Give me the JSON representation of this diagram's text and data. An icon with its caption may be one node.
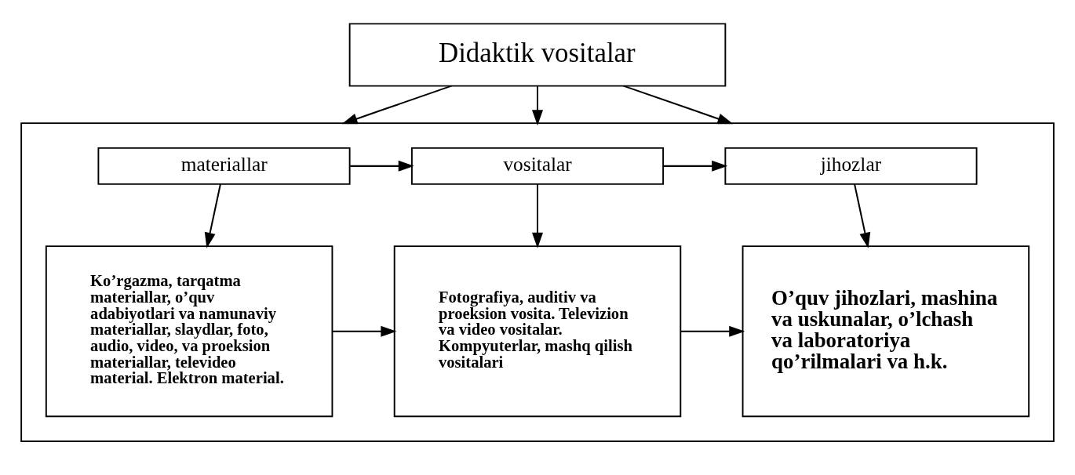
{
  "diagram": {
    "nodes": [
      {
        "text": [
          "Didaktik vositalar"
        ]
      },
      {
        "text": [],
        "shape": "box"
      },
      {
        "text": [
          "materiallar"
        ],
        "in": 1
      },
      {
        "text": [
          "vositalar"
        ],
        "in": 1
      },
      {
        "text": [
          "jihozlar"
        ],
        "in": 1
      },
      {
        "text": [
          "Ko’rgazma, tarqatma materiallar, o’quv adabiyotlari va namunaviy materiallar, slaydlar, foto, audio, video, va proeksion materiallar, televideo material. Elektron material."
        ],
        "in": 1
      },
      {
        "text": [
          "Fotografiya, auditiv va proeksion vosita. Televizion va video vositalar. Kompyuterlar, mashq qilish vositalari"
        ],
        "in": 1
      },
      {
        "text": [
          "O’quv jihozlari, mashina va uskunalar, o’lchash va laboratoriya qo’rilmalari va h.k."
        ],
        "in": 1
      }
    ],
    "edges": [
      {
        "from": 0,
        "to": 1,
        "arrow": "to"
      },
      {
        "from": 0,
        "to": 1,
        "arrow": "to"
      },
      {
        "from": 0,
        "to": 1,
        "arrow": "to"
      },
      {
        "from": 2,
        "to": 3,
        "arrow": "to"
      },
      {
        "from": 3,
        "to": 4,
        "arrow": "to"
      },
      {
        "from": 2,
        "to": 5,
        "arrow": "to"
      },
      {
        "from": 3,
        "to": 6,
        "arrow": "to"
      },
      {
        "from": 4,
        "to": 7,
        "arrow": "to"
      },
      {
        "from": 5,
        "to": 6,
        "arrow": "to"
      },
      {
        "from": 6,
        "to": 7,
        "arrow": "to"
      }
    ]
  }
}
